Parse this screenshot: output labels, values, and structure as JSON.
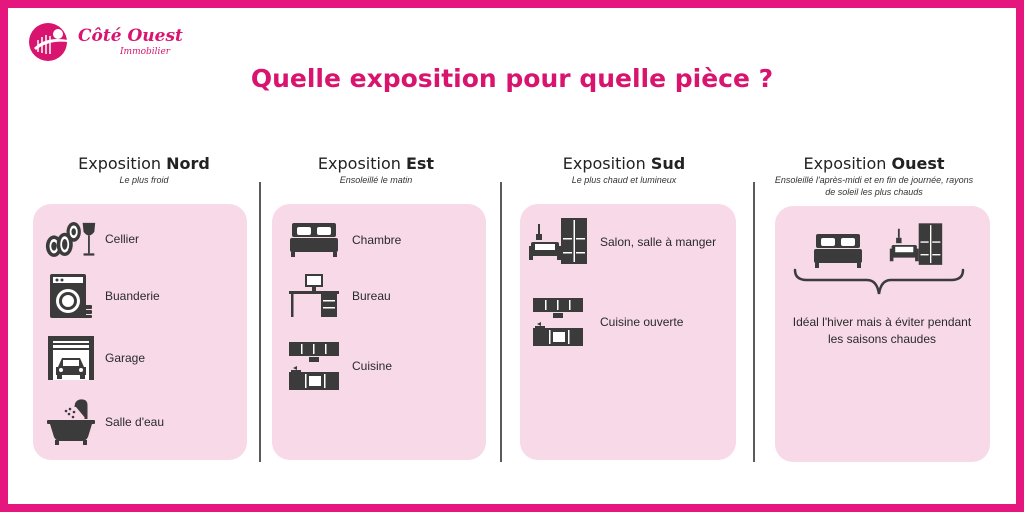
{
  "logo": {
    "name": "Côté Ouest",
    "tagline": "Immobilier"
  },
  "title": "Quelle exposition pour quelle pièce ?",
  "columns": [
    {
      "heading_prefix": "Exposition ",
      "heading_strong": "Nord",
      "subtitle": "Le plus froid",
      "items": [
        {
          "label": "Cellier",
          "icon": "wine-barrels-icon"
        },
        {
          "label": "Buanderie",
          "icon": "washing-machine-icon"
        },
        {
          "label": "Garage",
          "icon": "garage-icon"
        },
        {
          "label": "Salle d'eau",
          "icon": "bathtub-icon"
        }
      ]
    },
    {
      "heading_prefix": "Exposition ",
      "heading_strong": "Est",
      "subtitle": "Ensoleillé le matin",
      "items": [
        {
          "label": "Chambre",
          "icon": "bed-icon"
        },
        {
          "label": "Bureau",
          "icon": "desk-icon"
        },
        {
          "label": "Cuisine",
          "icon": "kitchen-icon"
        }
      ]
    },
    {
      "heading_prefix": "Exposition ",
      "heading_strong": "Sud",
      "subtitle": "Le plus chaud et lumineux",
      "items": [
        {
          "label": "Salon, salle à manger",
          "icon": "living-room-icon"
        },
        {
          "label": "Cuisine ouverte",
          "icon": "kitchen-icon"
        }
      ]
    },
    {
      "heading_prefix": "Exposition ",
      "heading_strong": "Ouest",
      "subtitle_line1": "Ensoleillé l'après-midi et en fin de journée, rayons",
      "subtitle_line2": "de soleil les plus chauds",
      "icons": [
        "bed-icon",
        "living-room-icon"
      ],
      "note_line1": "Idéal l'hiver mais à éviter pendant",
      "note_line2": "les saisons chaudes"
    }
  ],
  "colors": {
    "accent": "#e5177e",
    "card": "#f7d9e8",
    "icon": "#3b3b3b"
  }
}
